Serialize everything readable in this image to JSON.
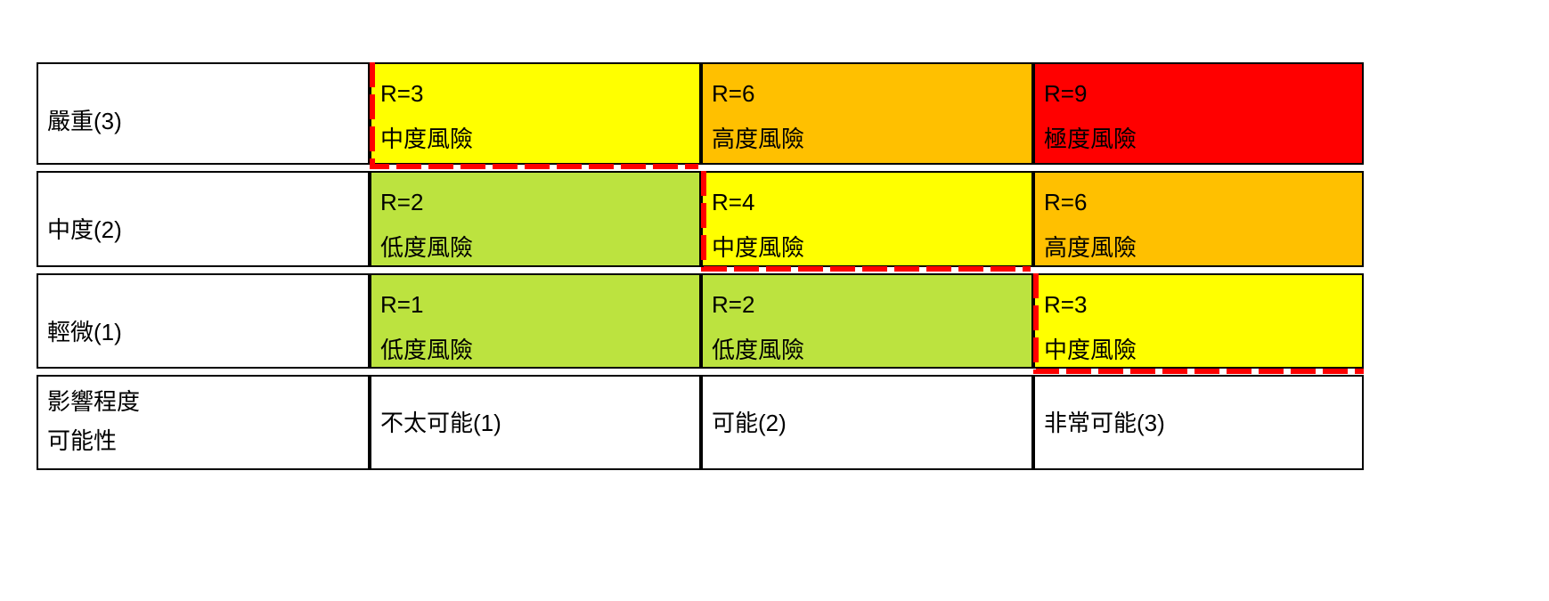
{
  "colors": {
    "low": "#bce33f",
    "medium": "#ffff00",
    "high": "#ffc000",
    "extreme": "#ff0000",
    "dash": "#ff0000"
  },
  "rows": [
    {
      "label": "嚴重(3)",
      "cells": [
        {
          "r": "R=3",
          "level": "中度風險",
          "color": "#ffff00"
        },
        {
          "r": "R=6",
          "level": "高度風險",
          "color": "#ffc000"
        },
        {
          "r": "R=9",
          "level": "極度風險",
          "color": "#ff0000"
        }
      ]
    },
    {
      "label": "中度(2)",
      "cells": [
        {
          "r": "R=2",
          "level": "低度風險",
          "color": "#bce33f"
        },
        {
          "r": "R=4",
          "level": "中度風險",
          "color": "#ffff00"
        },
        {
          "r": "R=6",
          "level": "高度風險",
          "color": "#ffc000"
        }
      ]
    },
    {
      "label": "輕微(1)",
      "cells": [
        {
          "r": "R=1",
          "level": "低度風險",
          "color": "#bce33f"
        },
        {
          "r": "R=2",
          "level": "低度風險",
          "color": "#bce33f"
        },
        {
          "r": "R=3",
          "level": "中度風險",
          "color": "#ffff00"
        }
      ]
    }
  ],
  "axis": {
    "impact": "影響程度",
    "likelihood": "可能性"
  },
  "columns": [
    "不太可能(1)",
    "可能(2)",
    "非常可能(3)"
  ]
}
